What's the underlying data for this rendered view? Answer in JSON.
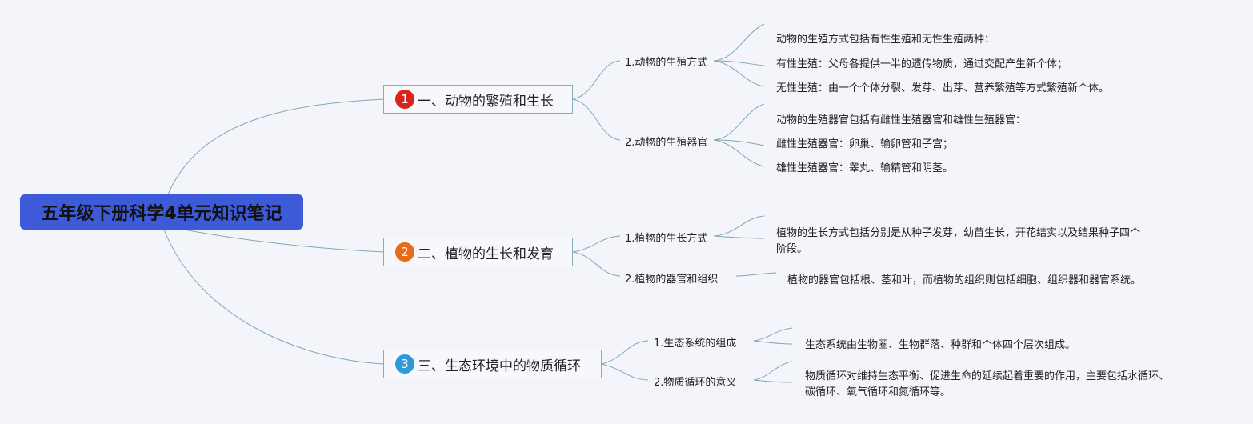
{
  "root": {
    "title": "五年级下册科学4单元知识笔记"
  },
  "branches": [
    {
      "number": "1",
      "color": "#d9231c",
      "label": "一、动物的繁殖和生长",
      "subs": [
        {
          "label": "1.动物的生殖方式",
          "leaves": [
            "动物的生殖方式包括有性生殖和无性生殖两种：",
            "有性生殖：父母各提供一半的遗传物质，通过交配产生新个体；",
            "无性生殖：由一个个体分裂、发芽、出芽、营养繁殖等方式繁殖新个体。"
          ]
        },
        {
          "label": "2.动物的生殖器官",
          "leaves": [
            "动物的生殖器官包括有雌性生殖器官和雄性生殖器官：",
            "雌性生殖器官：卵巢、输卵管和子宫；",
            "雄性生殖器官：睾丸、输精管和阴茎。"
          ]
        }
      ]
    },
    {
      "number": "2",
      "color": "#e86a1c",
      "label": "二、植物的生长和发育",
      "subs": [
        {
          "label": "1.植物的生长方式",
          "leaves": [
            "植物的生长方式包括分别是从种子发芽，幼苗生长，开花结实以及结果种子四个",
            "阶段。"
          ]
        },
        {
          "label": "2.植物的器官和组织",
          "leaves": [
            "植物的器官包括根、茎和叶，而植物的组织则包括细胞、组织器和器官系统。"
          ]
        }
      ]
    },
    {
      "number": "3",
      "color": "#2f9ad9",
      "label": "三、生态环境中的物质循环",
      "subs": [
        {
          "label": "1.生态系统的组成",
          "leaves": [
            "生态系统由生物圈、生物群落、种群和个体四个层次组成。"
          ]
        },
        {
          "label": "2.物质循环的意义",
          "leaves": [
            "物质循环对维持生态平衡、促进生命的延续起着重要的作用，主要包括水循环、",
            "碳循环、氧气循环和氮循环等。"
          ]
        }
      ]
    }
  ]
}
